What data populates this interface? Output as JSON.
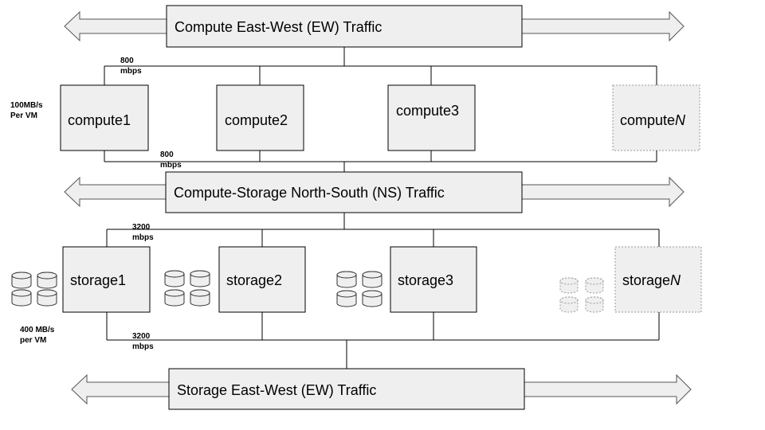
{
  "banners": {
    "compute_ew": "Compute East-West (EW) Traffic",
    "compute_storage_ns": "Compute-Storage North-South (NS) Traffic",
    "storage_ew": "Storage East-West (EW) Traffic"
  },
  "compute": {
    "nodes": [
      "compute1",
      "compute2",
      "compute3"
    ],
    "node_n_prefix": "compute",
    "node_n_suffix": "N",
    "per_vm_line1": "100MB/s",
    "per_vm_line2": "Per VM",
    "bw_top_line1": "800",
    "bw_top_line2": "mbps",
    "bw_bottom_line1": "800",
    "bw_bottom_line2": "mbps"
  },
  "storage": {
    "nodes": [
      "storage1",
      "storage2",
      "storage3"
    ],
    "node_n_prefix": "storage",
    "node_n_suffix": "N",
    "per_vm_line1": "400 MB/s",
    "per_vm_line2": "per VM",
    "bw_top_line1": "3200",
    "bw_top_line2": "mbps",
    "bw_bottom_line1": "3200",
    "bw_bottom_line2": "mbps"
  }
}
